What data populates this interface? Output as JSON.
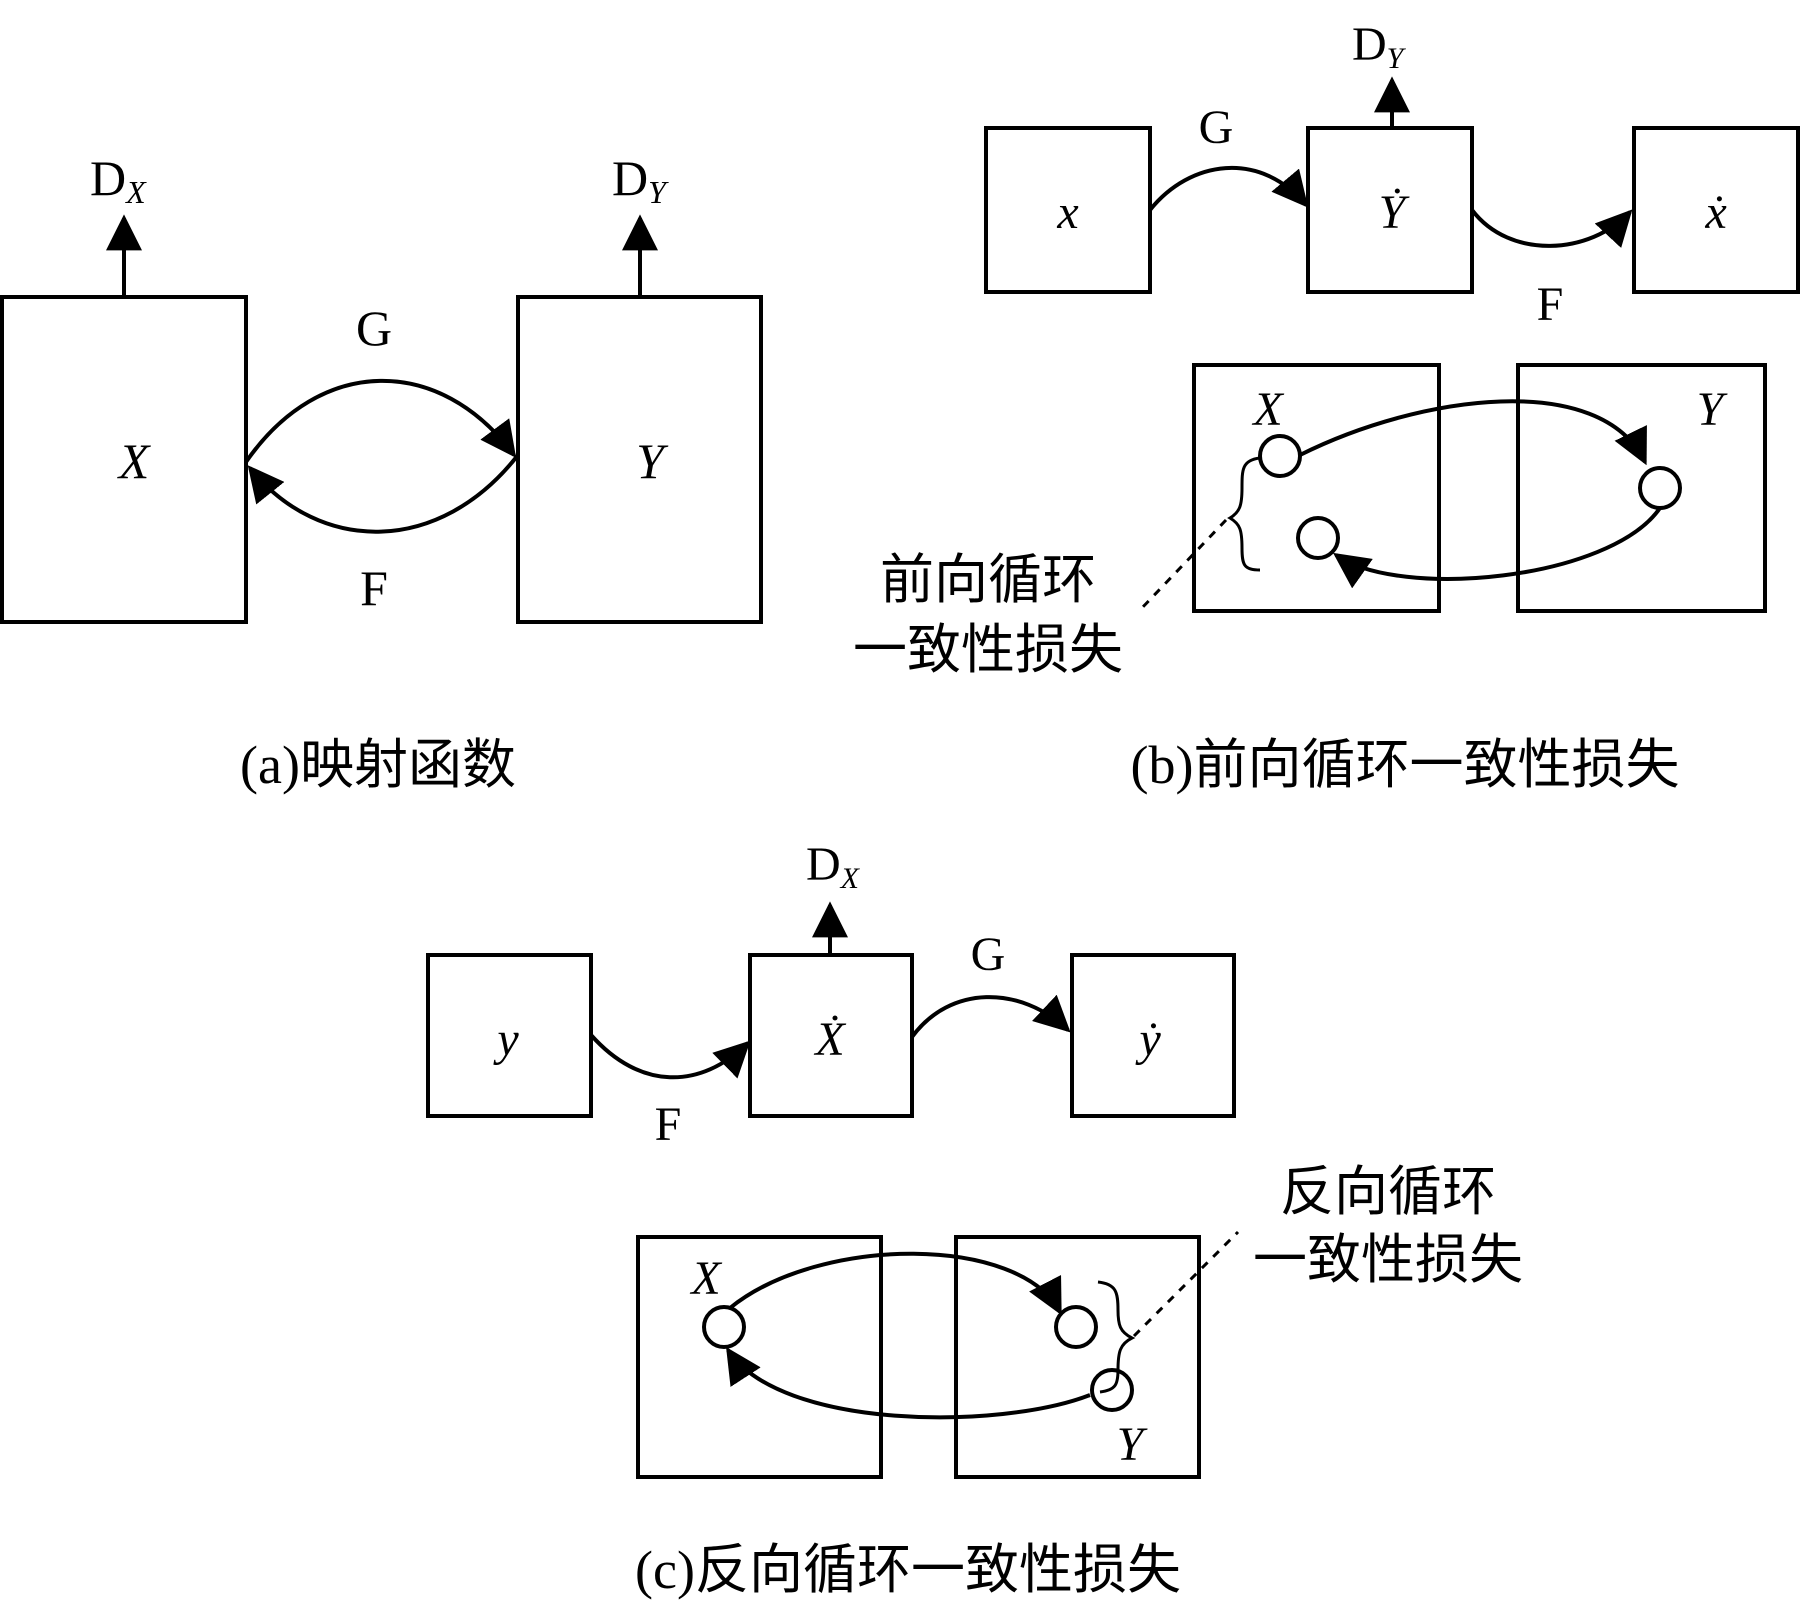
{
  "panel_a": {
    "caption": "(a)映射函数",
    "box_x_label": "X",
    "box_y_label": "Y",
    "disc_x": {
      "main": "D",
      "sub": "X"
    },
    "disc_y": {
      "main": "D",
      "sub": "Y"
    },
    "arrow_g": "G",
    "arrow_f": "F"
  },
  "panel_b": {
    "caption": "(b)前向循环一致性损失",
    "box1_label": "x",
    "box2_label": "Ẏ",
    "box3_label": "ẋ",
    "disc": {
      "main": "D",
      "sub": "Y"
    },
    "arrow_g": "G",
    "arrow_f": "F",
    "domain_x_label": "X",
    "domain_y_label": "Y",
    "loss_label_line1": "前向循环",
    "loss_label_line2": "一致性损失"
  },
  "panel_c": {
    "caption": "(c)反向循环一致性损失",
    "box1_label": "y",
    "box2_label": "Ẋ",
    "box3_label": "ẏ",
    "disc": {
      "main": "D",
      "sub": "X"
    },
    "arrow_f": "F",
    "arrow_g": "G",
    "domain_x_label": "X",
    "domain_y_label": "Y",
    "loss_label_line1": "反向循环",
    "loss_label_line2": "一致性损失"
  }
}
